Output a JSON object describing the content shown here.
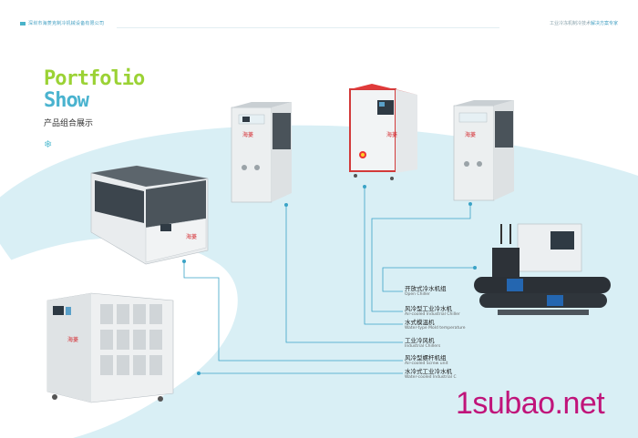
{
  "header": {
    "company": "深圳市海菱克制冷机械设备有限公司",
    "tagline_gray": "工业冷冻机制冷技术",
    "tagline_accent": "解决方案专家"
  },
  "title": {
    "line1": "Portfolio",
    "line2": "Show",
    "subtitle_cn": "产品组合展示"
  },
  "decor": {
    "snowflake": "❄"
  },
  "machine_brand": "海菱",
  "colors": {
    "green": "#9bd235",
    "teal": "#4ab3cf",
    "swoosh": "#d9eff5",
    "watermark": "#c0147a"
  },
  "labels": [
    {
      "cn": "开放式冷水机组",
      "en": "Open Chiller"
    },
    {
      "cn": "风冷型工业冷水机",
      "en": "Air-cooled Industrial Chiller"
    },
    {
      "cn": "水式模温机",
      "en": "Water-type Mold temperature"
    },
    {
      "cn": "工业冷风机",
      "en": "Industrial Chillers"
    },
    {
      "cn": "风冷型螺杆机组",
      "en": "Air-cooled Screw unit"
    },
    {
      "cn": "水冷式工业冷水机",
      "en": "Water-cooled Industrial C"
    }
  ],
  "watermark": "1subao.net"
}
